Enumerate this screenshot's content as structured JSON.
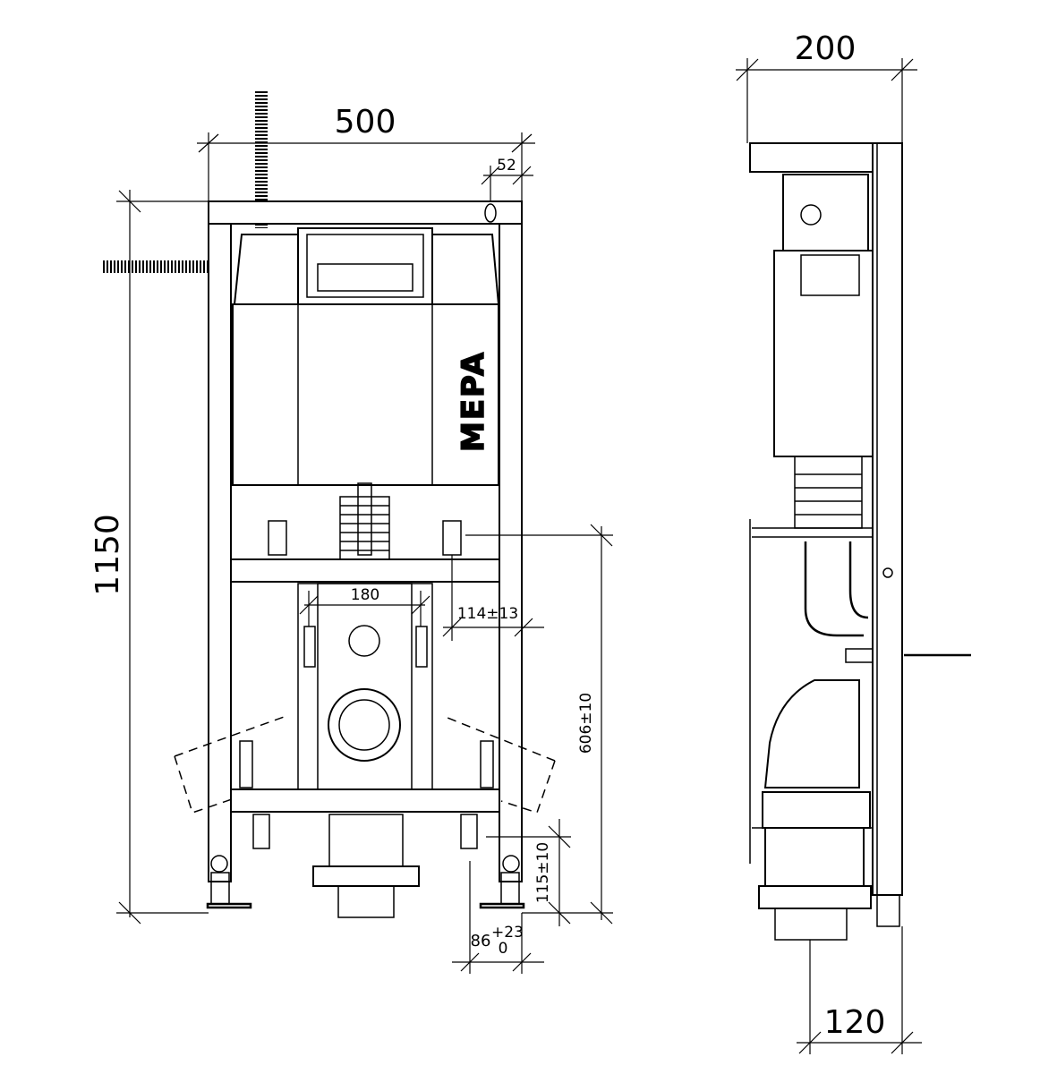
{
  "front_view": {
    "brand_logo": "MEPA",
    "dimensions": {
      "width": "500",
      "offset_top": "52",
      "height": "1150",
      "drain_spacing": "180",
      "bolt_offset": "114±13",
      "bolt_height": "606±10",
      "foot_height": "115±10",
      "foot_offset": "86",
      "foot_offset_tol_plus": "+23",
      "foot_offset_tol_minus": "0"
    }
  },
  "side_view": {
    "dimensions": {
      "depth": "200",
      "drain_depth": "120"
    }
  }
}
